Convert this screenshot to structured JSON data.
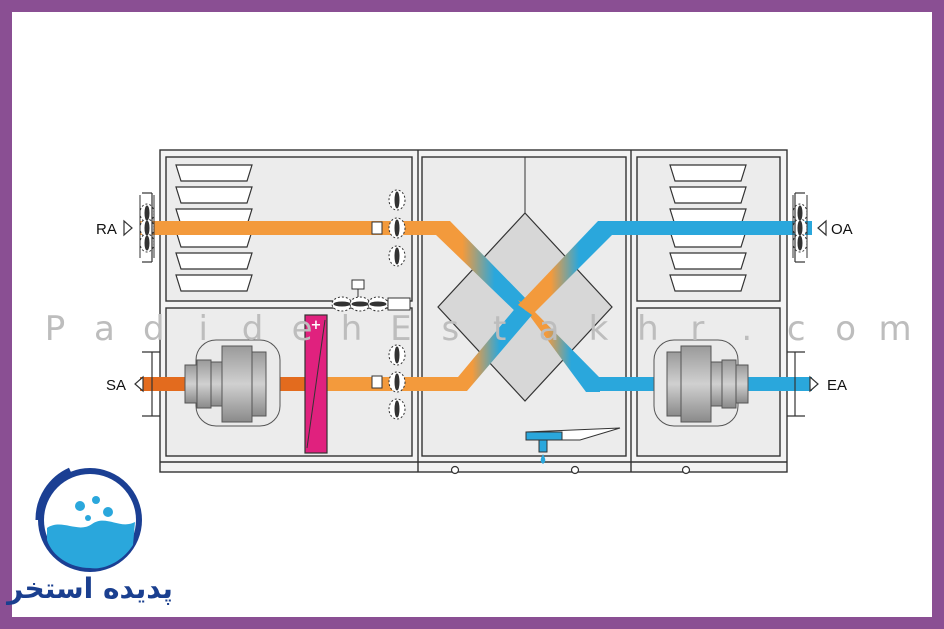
{
  "labels": {
    "ra": "RA",
    "oa": "OA",
    "sa": "SA",
    "ea": "EA"
  },
  "watermark": "PadidehEstakhr.com",
  "logo": {
    "text": "پدیده استخر"
  },
  "colors": {
    "frame": "#8a4f93",
    "warm_air": "#f39a3c",
    "warm_air_dark": "#e36b1e",
    "cold_air": "#2aa7dc",
    "heater": "#e0217e",
    "exchanger": "#d7d7d7",
    "unit_fill": "#e9e9e9",
    "outline": "#333333"
  }
}
